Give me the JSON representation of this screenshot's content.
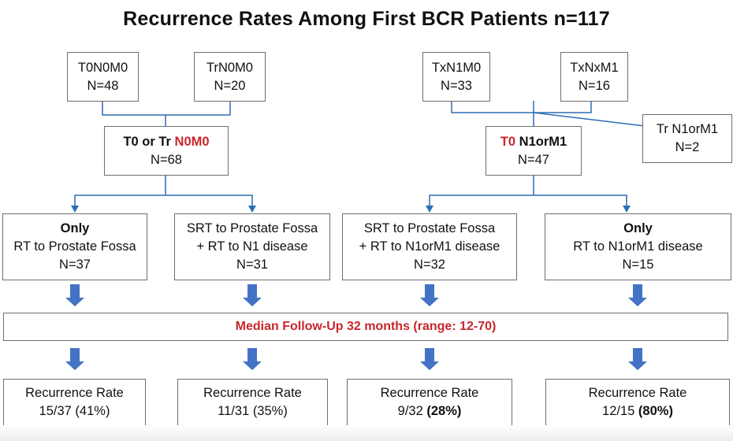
{
  "title": "Recurrence Rates Among First BCR Patients n=117",
  "colors": {
    "highlight": "#c8262b",
    "connector": "#2e6db4",
    "arrow": "#4472c4",
    "border": "#6f6f6f"
  },
  "groups": {
    "t0n0m0": {
      "label": "T0N0M0",
      "n": "N=48"
    },
    "trn0m0": {
      "label": "TrN0M0",
      "n": "N=20"
    },
    "txn1m0": {
      "label": "TxN1M0",
      "n": "N=33"
    },
    "txnxm1": {
      "label": "TxNxM1",
      "n": "N=16"
    },
    "trn1orm1": {
      "label": "Tr N1orM1",
      "n": "N=2"
    }
  },
  "combined": {
    "left": {
      "prefix": "T0 or Tr ",
      "highlight": "N0M0",
      "n": "N=68"
    },
    "right": {
      "highlight": "T0",
      "suffix": " N1orM1",
      "n": "N=47"
    }
  },
  "treatments": [
    {
      "line1": "Only",
      "line2": "RT to Prostate Fossa",
      "n": "N=37"
    },
    {
      "line1": "SRT to Prostate Fossa",
      "line2": "+ RT to N1 disease",
      "n": "N=31"
    },
    {
      "line1": "SRT to Prostate Fossa",
      "line2": "+ RT to N1orM1 disease",
      "n": "N=32"
    },
    {
      "line1": "Only",
      "line2": "RT to N1orM1 disease",
      "n": "N=15"
    }
  ],
  "follow_up": "Median Follow-Up 32 months (range: 12-70)",
  "outcomes": [
    {
      "label": "Recurrence Rate",
      "fraction": "15/37 ",
      "pct": "(41%)"
    },
    {
      "label": "Recurrence Rate",
      "fraction": "11/31 ",
      "pct": "(35%)"
    },
    {
      "label": "Recurrence Rate",
      "fraction": "9/32 ",
      "pct": "(28%)"
    },
    {
      "label": "Recurrence Rate",
      "fraction": "12/15 ",
      "pct": "(80%)"
    }
  ]
}
